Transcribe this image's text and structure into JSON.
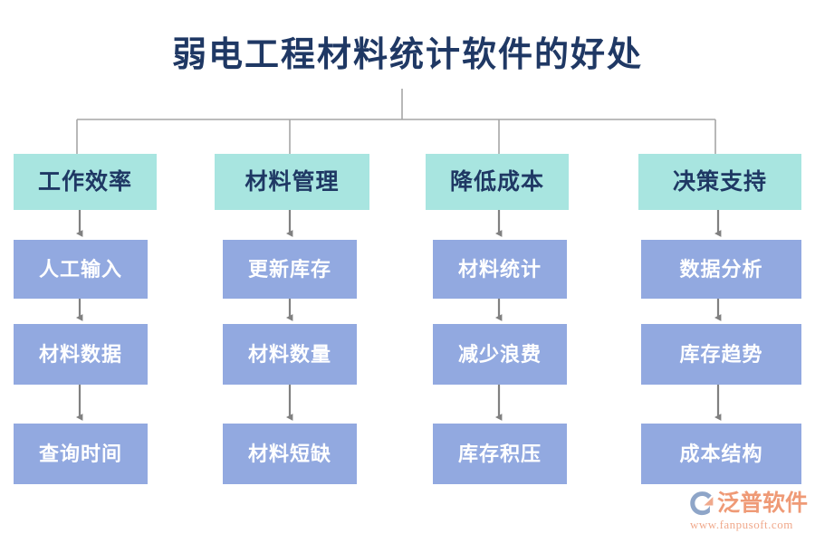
{
  "page": {
    "title": "弱电工程材料统计软件的好处",
    "background": "#ffffff"
  },
  "colors": {
    "title_text": "#1f3864",
    "header_box_fill": "#a8e5e0",
    "header_box_text": "#1f3864",
    "step_box_fill": "#92a9e0",
    "step_box_text": "#ffffff",
    "connector_line": "#a6a6a6",
    "arrow": "#808080",
    "logo_text": "#ef9a76",
    "logo_mark": "#8ea5c8"
  },
  "diagram": {
    "type": "flowchart",
    "root_label": "弱电工程材料统计软件的好处",
    "branches": [
      {
        "header": "工作效率",
        "steps": [
          "人工输入",
          "材料数据",
          "查询时间"
        ]
      },
      {
        "header": "材料管理",
        "steps": [
          "更新库存",
          "材料数量",
          "材料短缺"
        ]
      },
      {
        "header": "降低成本",
        "steps": [
          "材料统计",
          "减少浪费",
          "库存积压"
        ]
      },
      {
        "header": "决策支持",
        "steps": [
          "数据分析",
          "库存趋势",
          "成本结构"
        ]
      }
    ]
  },
  "logo": {
    "brand": "泛普软件",
    "url": "www.fanpusoft.com",
    "mark_name": "fanpu-swoosh-icon"
  }
}
